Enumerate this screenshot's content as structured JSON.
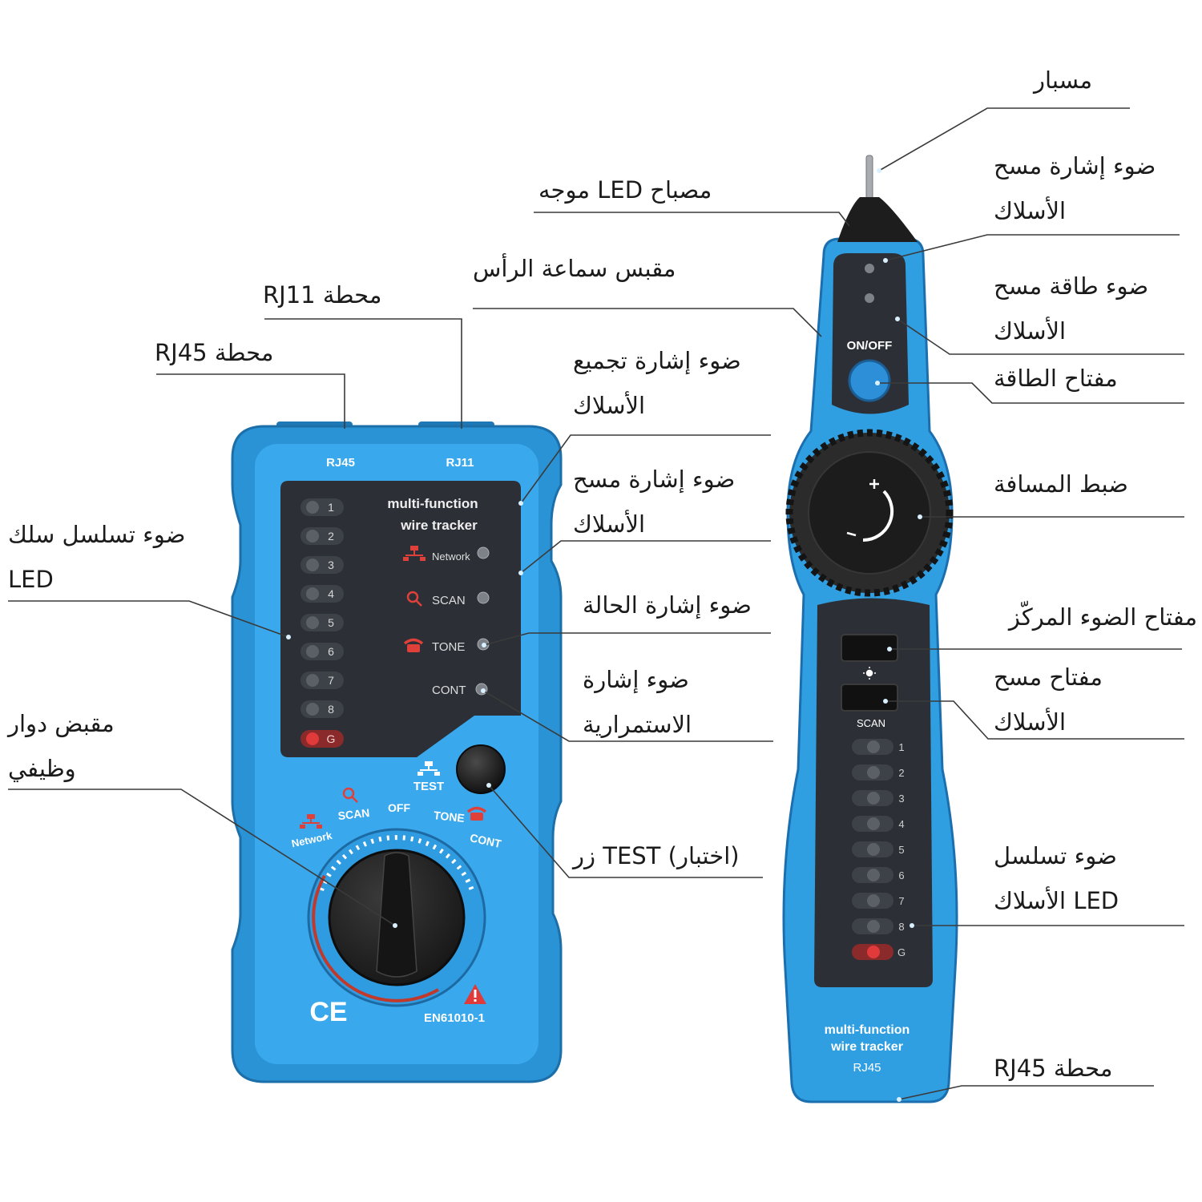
{
  "annotations": {
    "probe_tip": "مسبار",
    "probe_scan_signal_light": [
      "ضوء إشارة مسح",
      "الأسلاك"
    ],
    "probe_power_light": [
      "ضوء طاقة مسح",
      "الأسلاك"
    ],
    "power_switch": "مفتاح الطاقة",
    "distance_adjust": "ضبط المسافة",
    "flashlight_switch": "مفتاح الضوء المركّز",
    "scan_switch": [
      "مفتاح مسح",
      "الأسلاك"
    ],
    "probe_sequence_led": [
      "ضوء تسلسل",
      "الأسلاك LED"
    ],
    "probe_rj45_port": "RJ45 محطة",
    "led_flashlight": "موجه LED مصباح",
    "headphone_jack": "مقبس سماعة الرأس",
    "gather_signal_light": [
      "ضوء إشارة تجميع",
      "الأسلاك"
    ],
    "scan_signal_light": [
      "ضوء إشارة مسح",
      "الأسلاك"
    ],
    "status_light": "ضوء إشارة الحالة",
    "continuity_light": [
      "ضوء إشارة",
      "الاستمرارية"
    ],
    "test_button": "زر TEST (اختبار)",
    "rj11_port": "RJ11 محطة",
    "rj45_port": "RJ45 محطة",
    "sequence_led": [
      "ضوء تسلسل سلك",
      "LED"
    ],
    "rotary_knob": [
      "مقبض دوار",
      "وظيفي"
    ]
  },
  "transmitter": {
    "ports": [
      "RJ45",
      "RJ11"
    ],
    "title": [
      "multi-function",
      "wire tracker"
    ],
    "leds": [
      "1",
      "2",
      "3",
      "4",
      "5",
      "6",
      "7",
      "8",
      "G"
    ],
    "indicators": [
      "Network",
      "SCAN",
      "TONE",
      "CONT"
    ],
    "test_label": "TEST",
    "dial": {
      "network": "Network",
      "scan": "SCAN",
      "off": "OFF",
      "tone": "TONE",
      "cont": "CONT"
    },
    "ce_mark": "CE",
    "standard": "EN61010-1"
  },
  "probe": {
    "power_label": "ON/OFF",
    "scan_label": "SCAN",
    "leds": [
      "1",
      "2",
      "3",
      "4",
      "5",
      "6",
      "7",
      "8",
      "G"
    ],
    "title": [
      "multi-function",
      "wire tracker"
    ],
    "port": "RJ45"
  },
  "colors": {
    "body_blue": "#2f9fe2",
    "panel_dark": "#2c3036",
    "accent_red": "#e03a3a",
    "leader_line": "#3a3a3a"
  }
}
